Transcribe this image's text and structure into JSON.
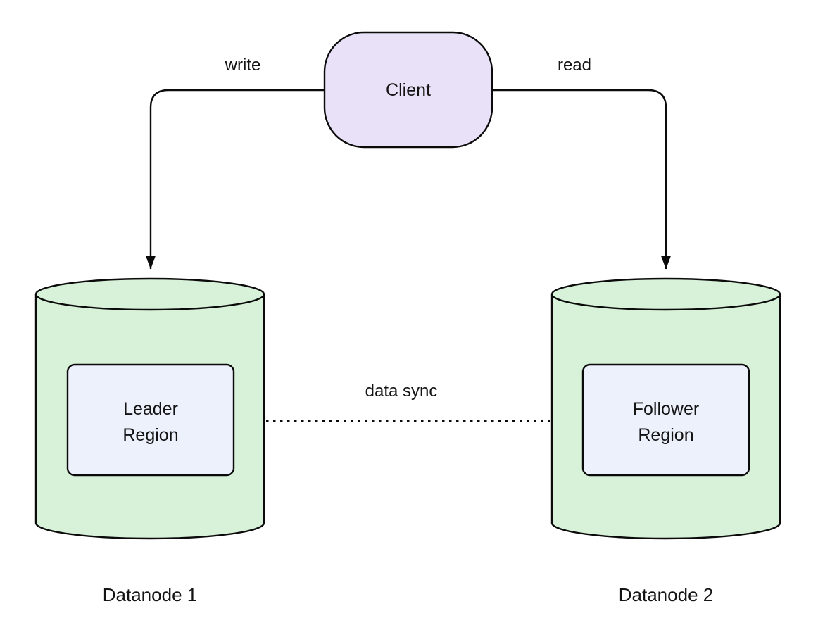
{
  "diagram": {
    "client": {
      "label": "Client"
    },
    "edges": {
      "write": {
        "label": "write",
        "style": "solid"
      },
      "read": {
        "label": "read",
        "style": "solid"
      },
      "data_sync": {
        "label": "data sync",
        "style": "dotted"
      }
    },
    "datanodes": [
      {
        "label": "Datanode 1",
        "region_lines": [
          "Leader",
          "Region"
        ]
      },
      {
        "label": "Datanode 2",
        "region_lines": [
          "Follower",
          "Region"
        ]
      }
    ],
    "colors": {
      "background": "#ffffff",
      "client_fill": "#e8e1f8",
      "cylinder_fill": "#d8f1d9",
      "region_fill": "#edf1fc",
      "stroke": "#0b0b0b",
      "text": "#141414"
    }
  }
}
